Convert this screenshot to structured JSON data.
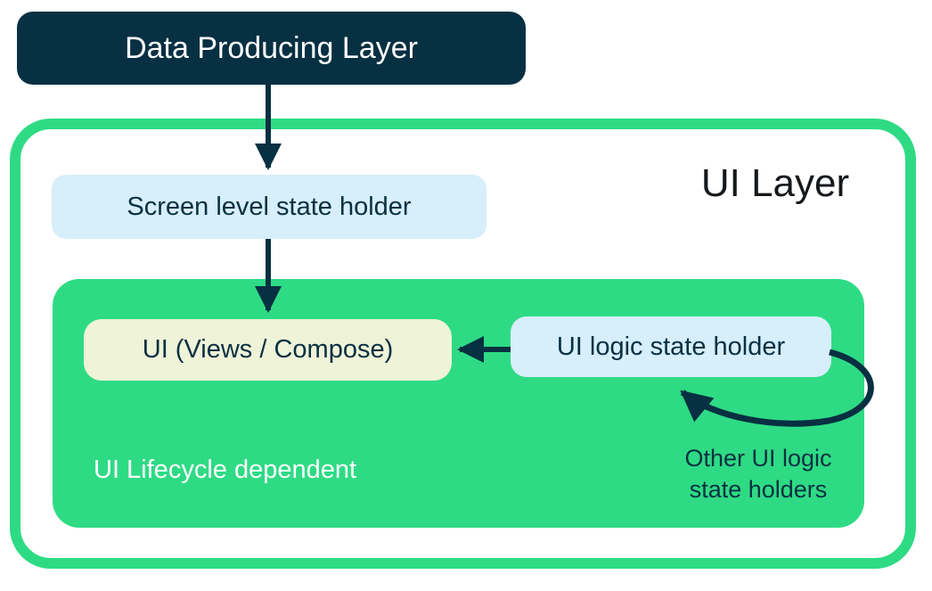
{
  "colors": {
    "navy": "#073042",
    "green": "#2EDB84",
    "light_blue": "#D7EEFB",
    "pale_yellow": "#EFF3D8",
    "title_black": "#16191C",
    "white": "#FFFFFF"
  },
  "diagram": {
    "ui_layer_title": "UI Layer",
    "data_producing_layer": "Data Producing Layer",
    "screen_state_holder": "Screen level state holder",
    "ui_views_compose": "UI (Views / Compose)",
    "ui_logic_state_holder": "UI logic state holder",
    "lifecycle_caption": "UI Lifecycle dependent",
    "other_holders": {
      "line1": "Other UI logic",
      "line2": "state holders"
    },
    "edges": [
      {
        "from": "data_producing_layer",
        "to": "screen_state_holder",
        "type": "arrow-down"
      },
      {
        "from": "screen_state_holder",
        "to": "ui_views_compose",
        "type": "arrow-down"
      },
      {
        "from": "ui_logic_state_holder",
        "to": "ui_views_compose",
        "type": "arrow-left"
      },
      {
        "from": "ui_logic_state_holder",
        "to": "ui_logic_state_holder",
        "type": "self-loop",
        "label": "Other UI logic state holders"
      }
    ]
  }
}
